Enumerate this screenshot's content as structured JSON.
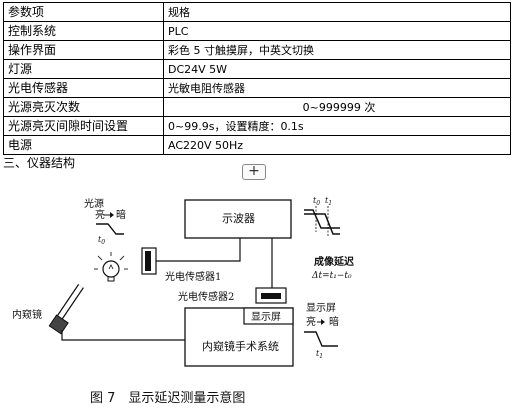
{
  "spec_table": {
    "rows": [
      {
        "param": "参数项",
        "value": "规格"
      },
      {
        "param": "控制系统",
        "value": "PLC"
      },
      {
        "param": "操作界面",
        "value": "彩色 5 寸触摸屏，中英文切换"
      },
      {
        "param": "灯源",
        "value": "DC24V 5W"
      },
      {
        "param": "光电传感器",
        "value": "光敏电阻传感器"
      },
      {
        "param": "光源亮灭次数",
        "value": "0~999999 次"
      },
      {
        "param": "光源亮灭间隙时间设置",
        "value": "0~99.9s，设置精度：0.1s"
      },
      {
        "param": "电源",
        "value": "AC220V 50Hz"
      }
    ]
  },
  "section_heading": "三、仪器结构",
  "expand_button": "+",
  "figure": {
    "light_source": "光源",
    "light_on": "亮",
    "light_off": "暗",
    "t0": "t",
    "t0_sub": "0",
    "t1": "t",
    "t1_sub": "1",
    "oscilloscope": "示波器",
    "sensor1": "光电传感器1",
    "sensor2": "光电传感器2",
    "endoscope": "内窥镜",
    "screen": "显示屏",
    "surgery_system": "内窥镜手术系统",
    "imaging_delay": "成像延迟",
    "delta_formula": "Δt=t₁−t₀",
    "screen_label": "显示屏",
    "screen_on": "亮",
    "screen_off": "暗",
    "caption": "图 7　显示延迟测量示意图"
  }
}
